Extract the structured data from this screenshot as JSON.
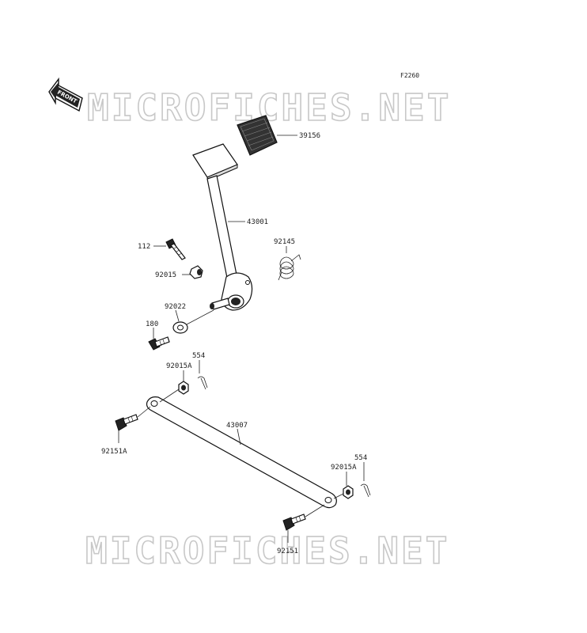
{
  "diagram": {
    "figure_code": "F2260",
    "front_label": "FRONT",
    "watermark_top": "MICROFICHES.NET",
    "watermark_bottom": "MICROFICHES.NET",
    "parts": {
      "p39156": "39156",
      "p43001": "43001",
      "p112": "112",
      "p92015": "92015",
      "p92145": "92145",
      "p92022": "92022",
      "p180": "180",
      "p554a": "554",
      "p92015a_1": "92015A",
      "p43007": "43007",
      "p92151a": "92151A",
      "p554b": "554",
      "p92015a_2": "92015A",
      "p92151": "92151"
    }
  }
}
